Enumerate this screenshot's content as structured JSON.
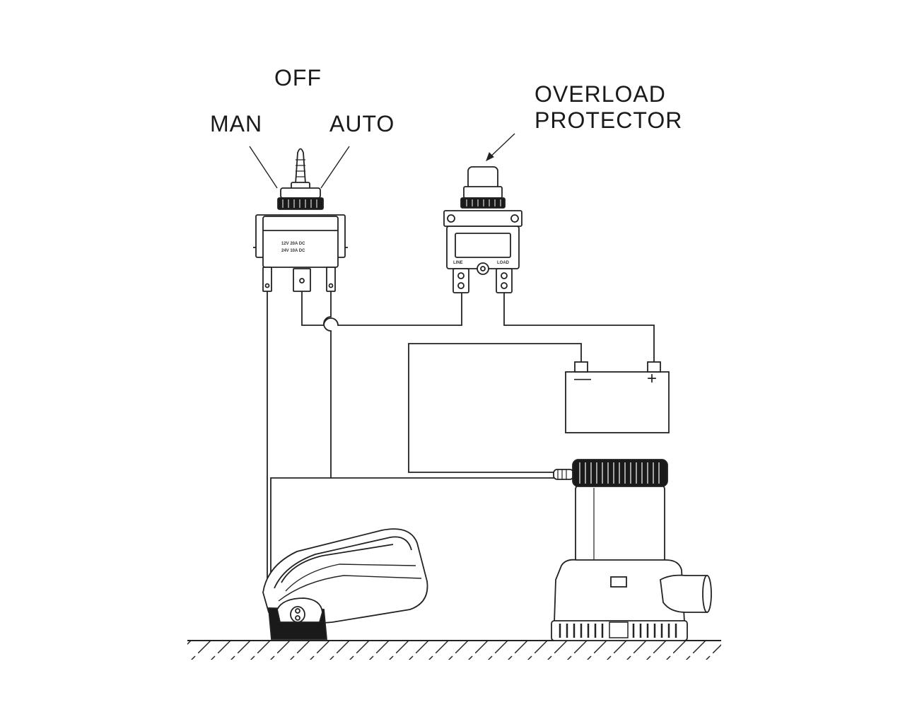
{
  "switch": {
    "off_label": "OFF",
    "man_label": "MAN",
    "auto_label": "AUTO",
    "rating_line1": "12V 20A DC",
    "rating_line2": "24V 10A DC"
  },
  "protector": {
    "label_line1": "OVERLOAD",
    "label_line2": "PROTECTOR",
    "terminal_left": "LINE",
    "terminal_right": "LOAD"
  },
  "battery": {
    "negative_symbol": "—",
    "positive_symbol": "+"
  },
  "colors": {
    "line": "#222222",
    "background": "#ffffff",
    "dark_fill": "#1a1a1a"
  }
}
